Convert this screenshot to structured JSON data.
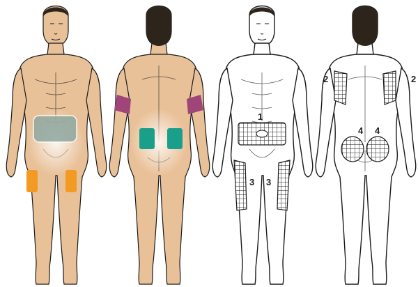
{
  "colors": {
    "skin": "#e9c199",
    "skin_shade": "#d8a57a",
    "hair": "#2d241c",
    "outline": "#1a1a1a",
    "abdomen_zone": "#8fa8a0",
    "thigh_zone": "#f39a22",
    "arm_zone": "#a0457a",
    "buttock_zone": "#1aa08a",
    "grid_line": "#1a1a1a"
  },
  "figures": [
    {
      "view": "front",
      "style": "colored",
      "zones": [
        "abdomen",
        "thigh-left",
        "thigh-right"
      ]
    },
    {
      "view": "back",
      "style": "colored",
      "zones": [
        "upper-arm-left",
        "upper-arm-right",
        "buttock-left",
        "buttock-right"
      ]
    },
    {
      "view": "front",
      "style": "line-art",
      "zones": [
        "abdomen",
        "thigh-left",
        "thigh-right"
      ]
    },
    {
      "view": "back",
      "style": "line-art",
      "zones": [
        "upper-arm-left",
        "upper-arm-right",
        "buttock-left",
        "buttock-right"
      ]
    }
  ],
  "zone_labels": {
    "abdomen": "1",
    "arm_left": "2",
    "arm_right": "2",
    "thigh_left": "3",
    "thigh_right": "3",
    "buttock_left": "4",
    "buttock_right": "4"
  }
}
